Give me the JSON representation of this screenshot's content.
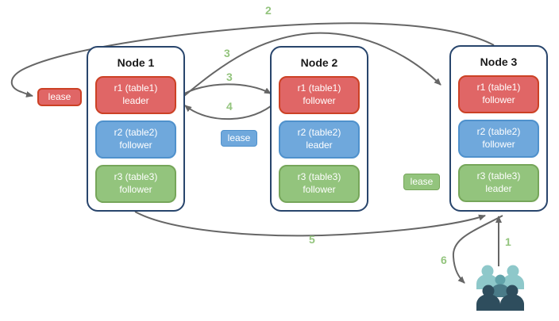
{
  "nodes": [
    {
      "title": "Node 1",
      "replicas": [
        {
          "name": "r1 (table1)",
          "role": "leader",
          "color": "#e06666"
        },
        {
          "name": "r2 (table2)",
          "role": "follower",
          "color": "#6fa8dc"
        },
        {
          "name": "r3 (table3)",
          "role": "follower",
          "color": "#93c47d"
        }
      ]
    },
    {
      "title": "Node 2",
      "replicas": [
        {
          "name": "r1 (table1)",
          "role": "follower",
          "color": "#e06666"
        },
        {
          "name": "r2 (table2)",
          "role": "leader",
          "color": "#6fa8dc"
        },
        {
          "name": "r3 (table3)",
          "role": "follower",
          "color": "#93c47d"
        }
      ]
    },
    {
      "title": "Node 3",
      "replicas": [
        {
          "name": "r1 (table1)",
          "role": "follower",
          "color": "#e06666"
        },
        {
          "name": "r2 (table2)",
          "role": "follower",
          "color": "#6fa8dc"
        },
        {
          "name": "r3 (table3)",
          "role": "leader",
          "color": "#93c47d"
        }
      ]
    }
  ],
  "leases": {
    "red": {
      "label": "lease",
      "fill": "#e06666",
      "border": "#cc4125"
    },
    "blue": {
      "label": "lease",
      "fill": "#6fa8dc",
      "border": "#4f91cc"
    },
    "green": {
      "label": "lease",
      "fill": "#93c47d",
      "border": "#76a65a"
    }
  },
  "steps": {
    "s1": "1",
    "s2": "2",
    "s3_to_node3": "3",
    "s3_to_node2": "3",
    "s4": "4",
    "s5": "5",
    "s6": "6"
  },
  "colors": {
    "node_border": "#28456c",
    "arrow": "#666666",
    "step_label": "#93c47d",
    "users_light": "#8ec8ca",
    "users_mid_head": "#61a3aa",
    "users_mid_body": "#4a7b88",
    "users_dark": "#2e4d5d"
  },
  "icons": {
    "users": "users-group-icon"
  }
}
